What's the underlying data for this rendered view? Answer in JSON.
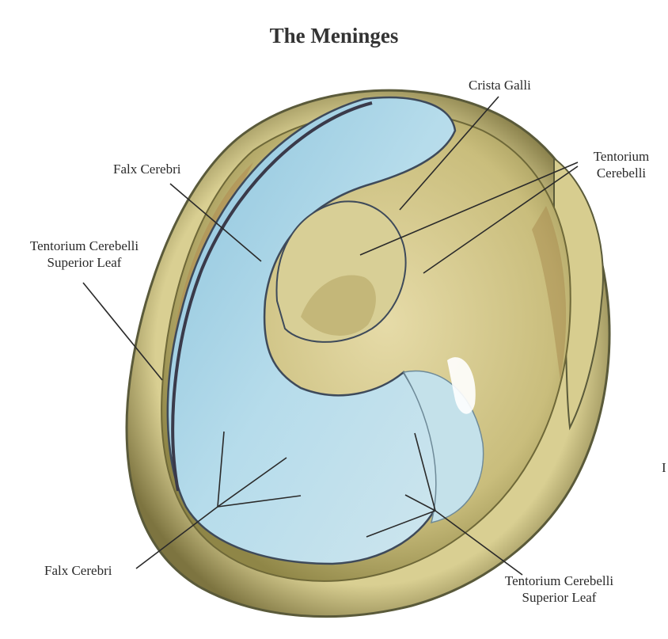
{
  "title": "The Meninges",
  "labels": {
    "crista_galli": "Crista Galli",
    "tentorium_cerebelli": [
      "Tentorium",
      "Cerebelli"
    ],
    "falx_cerebri_upper": "Falx Cerebri",
    "tent_sup_leaf_left": [
      "Tentorium Cerebelli",
      "Superior Leaf"
    ],
    "falx_cerebri_lower": "Falx Cerebri",
    "tent_sup_leaf_right": [
      "Tentorium Cerebelli",
      "Superior Leaf"
    ],
    "margin_mark": "I"
  },
  "colors": {
    "background": "#ffffff",
    "dura_blue": "#a8d2e2",
    "bone_olive": "#cfc58a",
    "dark_rim": "#5a5a3a",
    "leader_line": "#2a2a2a"
  }
}
